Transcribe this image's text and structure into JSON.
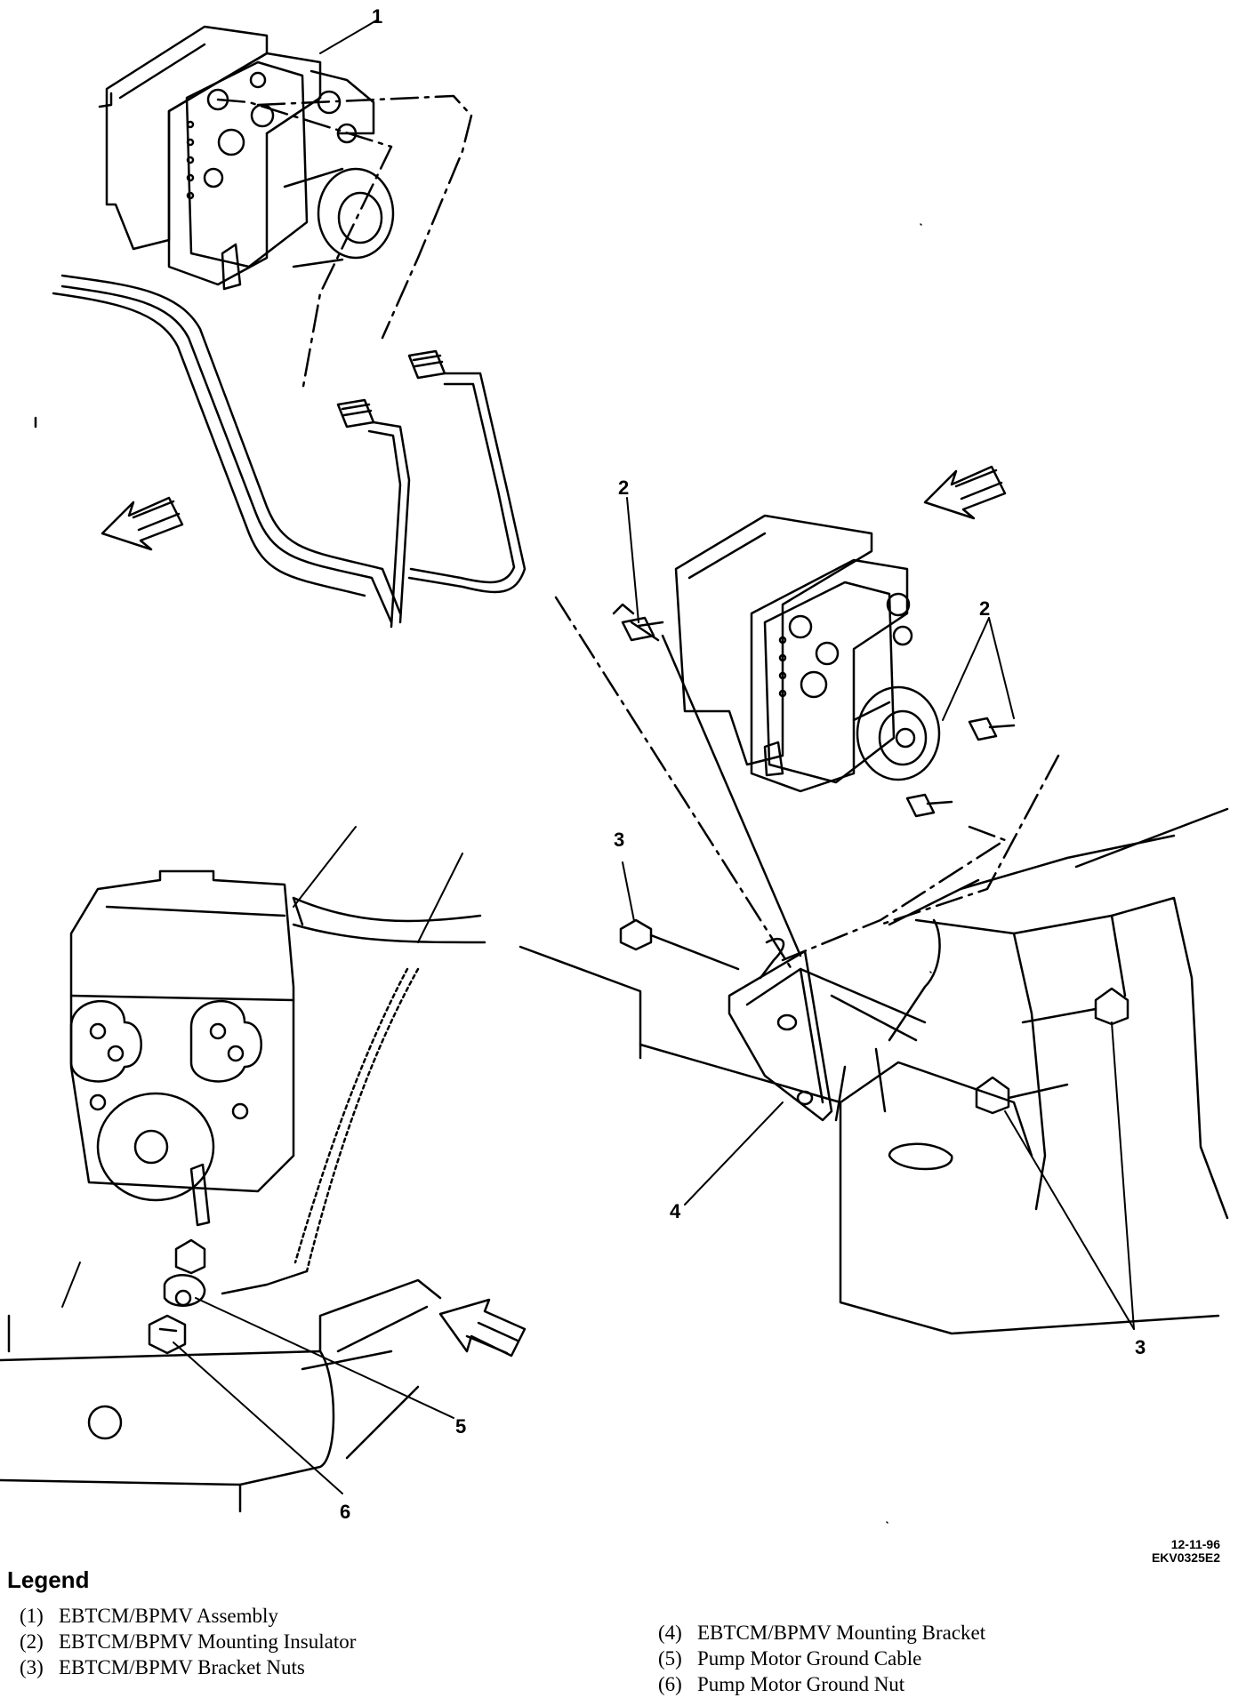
{
  "diagram": {
    "callouts": {
      "c1": "1",
      "c2a": "2",
      "c2b": "2",
      "c3a": "3",
      "c3b": "3",
      "c4": "4",
      "c5": "5",
      "c6": "6"
    },
    "code_line1": "12-11-96",
    "code_line2": "EKV0325E2"
  },
  "legend": {
    "title": "Legend",
    "items": [
      {
        "num": "(1)",
        "text": "EBTCM/BPMV Assembly"
      },
      {
        "num": "(2)",
        "text": "EBTCM/BPMV Mounting Insulator"
      },
      {
        "num": "(3)",
        "text": "EBTCM/BPMV Bracket Nuts"
      },
      {
        "num": "(4)",
        "text": "EBTCM/BPMV Mounting Bracket"
      },
      {
        "num": "(5)",
        "text": "Pump Motor Ground Cable"
      },
      {
        "num": "(6)",
        "text": "Pump Motor Ground Nut"
      }
    ]
  }
}
